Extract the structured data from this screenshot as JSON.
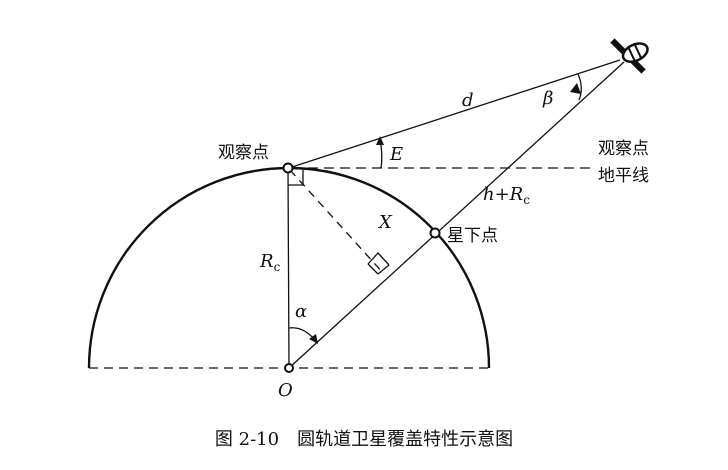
{
  "labels": {
    "observation_point": "观察点",
    "observation_horizon_line1": "观察点",
    "observation_horizon_line2": "地平线",
    "sub_satellite_point": "星下点",
    "d": "d",
    "beta": "β",
    "E": "E",
    "h_plus_Rc": "h+R",
    "h_plus_Rc_sub": "c",
    "X": "X",
    "Rc": "R",
    "Rc_sub": "c",
    "alpha": "α",
    "O": "O"
  },
  "caption": "图 2-10　圆轨道卫星覆盖特性示意图"
}
